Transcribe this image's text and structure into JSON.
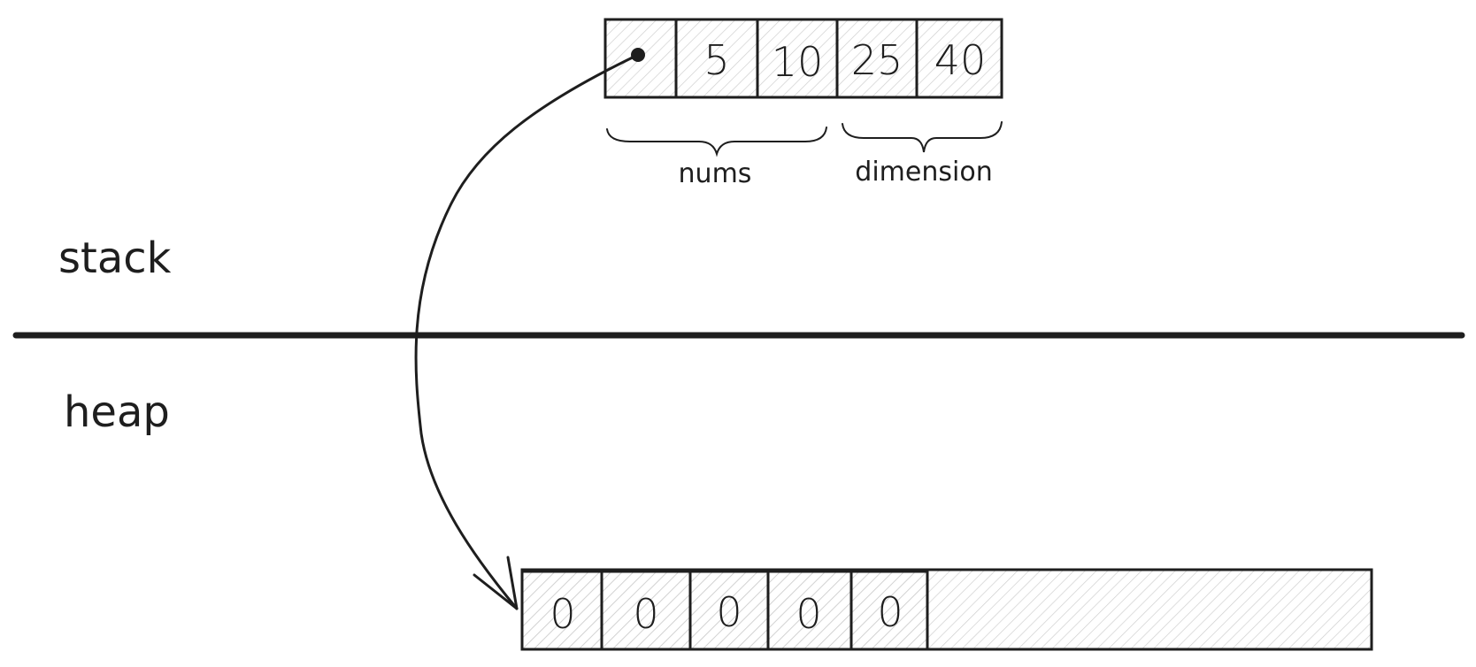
{
  "regions": {
    "stack_label": "stack",
    "heap_label": "heap"
  },
  "stack_cells": [
    "",
    "5",
    "10",
    "25",
    "40"
  ],
  "brace_labels": {
    "nums": "nums",
    "dimension": "dimension"
  },
  "heap_cells": [
    "0",
    "0",
    "0",
    "0",
    "0"
  ],
  "colors": {
    "ink": "#1e1e1e",
    "hatch": "#c8c8c8",
    "background": "#ffffff"
  }
}
